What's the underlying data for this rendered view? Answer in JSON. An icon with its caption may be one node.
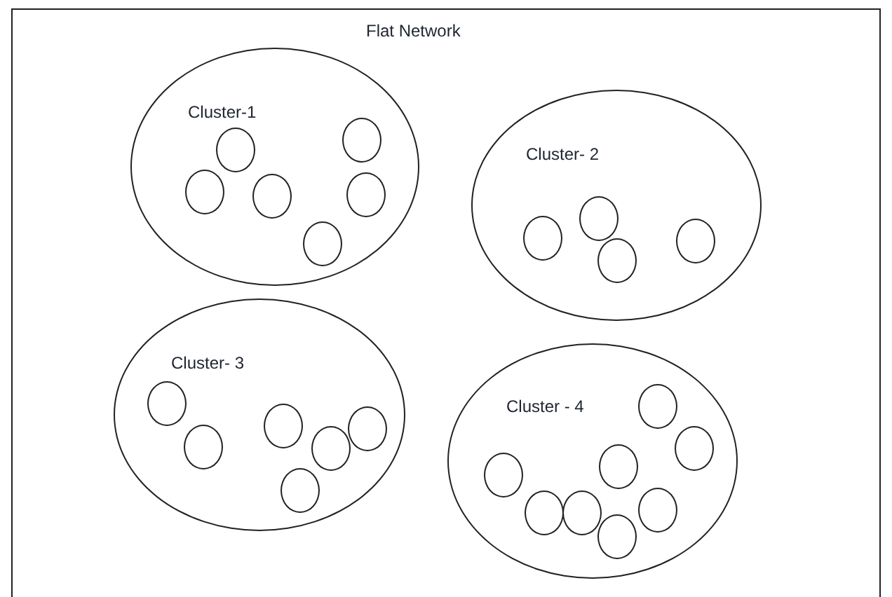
{
  "diagram": {
    "nodes": [
      {
        "text": [
          "Flat Network"
        ]
      },
      {
        "text": [
          "Cluster-1"
        ],
        "in": 0
      },
      {
        "text": [],
        "shape": "circle",
        "in": 1
      },
      {
        "text": [],
        "shape": "circle",
        "in": 1
      },
      {
        "text": [],
        "shape": "circle",
        "in": 1
      },
      {
        "text": [],
        "shape": "circle",
        "in": 1
      },
      {
        "text": [],
        "shape": "circle",
        "in": 1
      },
      {
        "text": [],
        "shape": "circle",
        "in": 1
      },
      {
        "text": [
          "Cluster- 2"
        ],
        "in": 0
      },
      {
        "text": [],
        "shape": "circle",
        "in": 8
      },
      {
        "text": [],
        "shape": "circle",
        "in": 8
      },
      {
        "text": [],
        "shape": "circle",
        "in": 8
      },
      {
        "text": [],
        "shape": "circle",
        "in": 8
      },
      {
        "text": [
          "Cluster- 3"
        ],
        "in": 0
      },
      {
        "text": [],
        "shape": "circle",
        "in": 13
      },
      {
        "text": [],
        "shape": "circle",
        "in": 13
      },
      {
        "text": [],
        "shape": "circle",
        "in": 13
      },
      {
        "text": [],
        "shape": "circle",
        "in": 13
      },
      {
        "text": [],
        "shape": "circle",
        "in": 13
      },
      {
        "text": [],
        "shape": "circle",
        "in": 13
      },
      {
        "text": [
          "Cluster - 4"
        ],
        "in": 0
      },
      {
        "text": [],
        "shape": "circle",
        "in": 20
      },
      {
        "text": [],
        "shape": "circle",
        "in": 20
      },
      {
        "text": [],
        "shape": "circle",
        "in": 20
      },
      {
        "text": [],
        "shape": "circle",
        "in": 20
      },
      {
        "text": [],
        "shape": "circle",
        "in": 20
      },
      {
        "text": [],
        "shape": "circle",
        "in": 20
      },
      {
        "text": [],
        "shape": "circle",
        "in": 20
      },
      {
        "text": [],
        "shape": "circle",
        "in": 20
      }
    ]
  }
}
